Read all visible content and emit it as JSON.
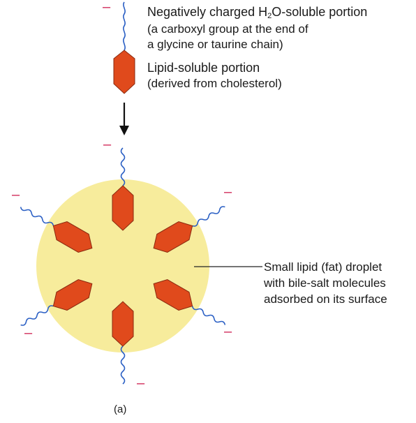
{
  "molecule": {
    "water_label_pre": "Negatively charged H",
    "water_label_sub": "2",
    "water_label_post": "O-soluble portion",
    "water_desc_1": "(a carboxyl group at the end of",
    "water_desc_2": "a glycine or taurine chain)",
    "lipid_label": "Lipid-soluble portion",
    "lipid_desc": "(derived from cholesterol)"
  },
  "droplet": {
    "line_1": "Small lipid (fat) droplet",
    "line_2": "with bile-salt molecules",
    "line_3": "adsorbed on its surface"
  },
  "charge_symbol": "–",
  "caption": "(a)",
  "colors": {
    "droplet": "#f7ec9c",
    "hexagon": "#e04a1c",
    "hexagon_stroke": "#8a2a10",
    "chain": "#2a5fc4",
    "charge": "#d12a5a",
    "arrow": "#111111"
  }
}
